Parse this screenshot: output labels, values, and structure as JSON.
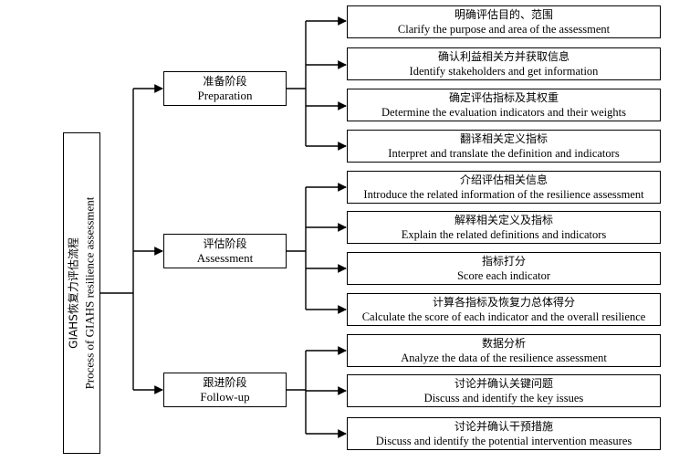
{
  "root": {
    "zh": "GIAHS恢复力评估流程",
    "en": "Process of GIAHS resilience assessment"
  },
  "phases": [
    {
      "zh": "准备阶段",
      "en": "Preparation",
      "steps": [
        {
          "zh": "明确评估目的、范围",
          "en": "Clarify the purpose and area of the assessment"
        },
        {
          "zh": "确认利益相关方并获取信息",
          "en": "Identify stakeholders and get information"
        },
        {
          "zh": "确定评估指标及其权重",
          "en": "Determine the evaluation indicators and their weights"
        },
        {
          "zh": "翻译相关定义指标",
          "en": "Interpret and translate the definition and indicators"
        }
      ]
    },
    {
      "zh": "评估阶段",
      "en": "Assessment",
      "steps": [
        {
          "zh": "介绍评估相关信息",
          "en": "Introduce the related information of the resilience assessment"
        },
        {
          "zh": "解释相关定义及指标",
          "en": "Explain the related definitions and indicators"
        },
        {
          "zh": "指标打分",
          "en": "Score each indicator"
        },
        {
          "zh": "计算各指标及恢复力总体得分",
          "en": "Calculate the score of each indicator and the overall resilience"
        }
      ]
    },
    {
      "zh": "跟进阶段",
      "en": "Follow-up",
      "steps": [
        {
          "zh": "数据分析",
          "en": "Analyze the data of the resilience assessment"
        },
        {
          "zh": "讨论并确认关键问题",
          "en": "Discuss and identify the key issues"
        },
        {
          "zh": "讨论并确认干预措施",
          "en": "Discuss and identify the potential intervention measures"
        }
      ]
    }
  ]
}
